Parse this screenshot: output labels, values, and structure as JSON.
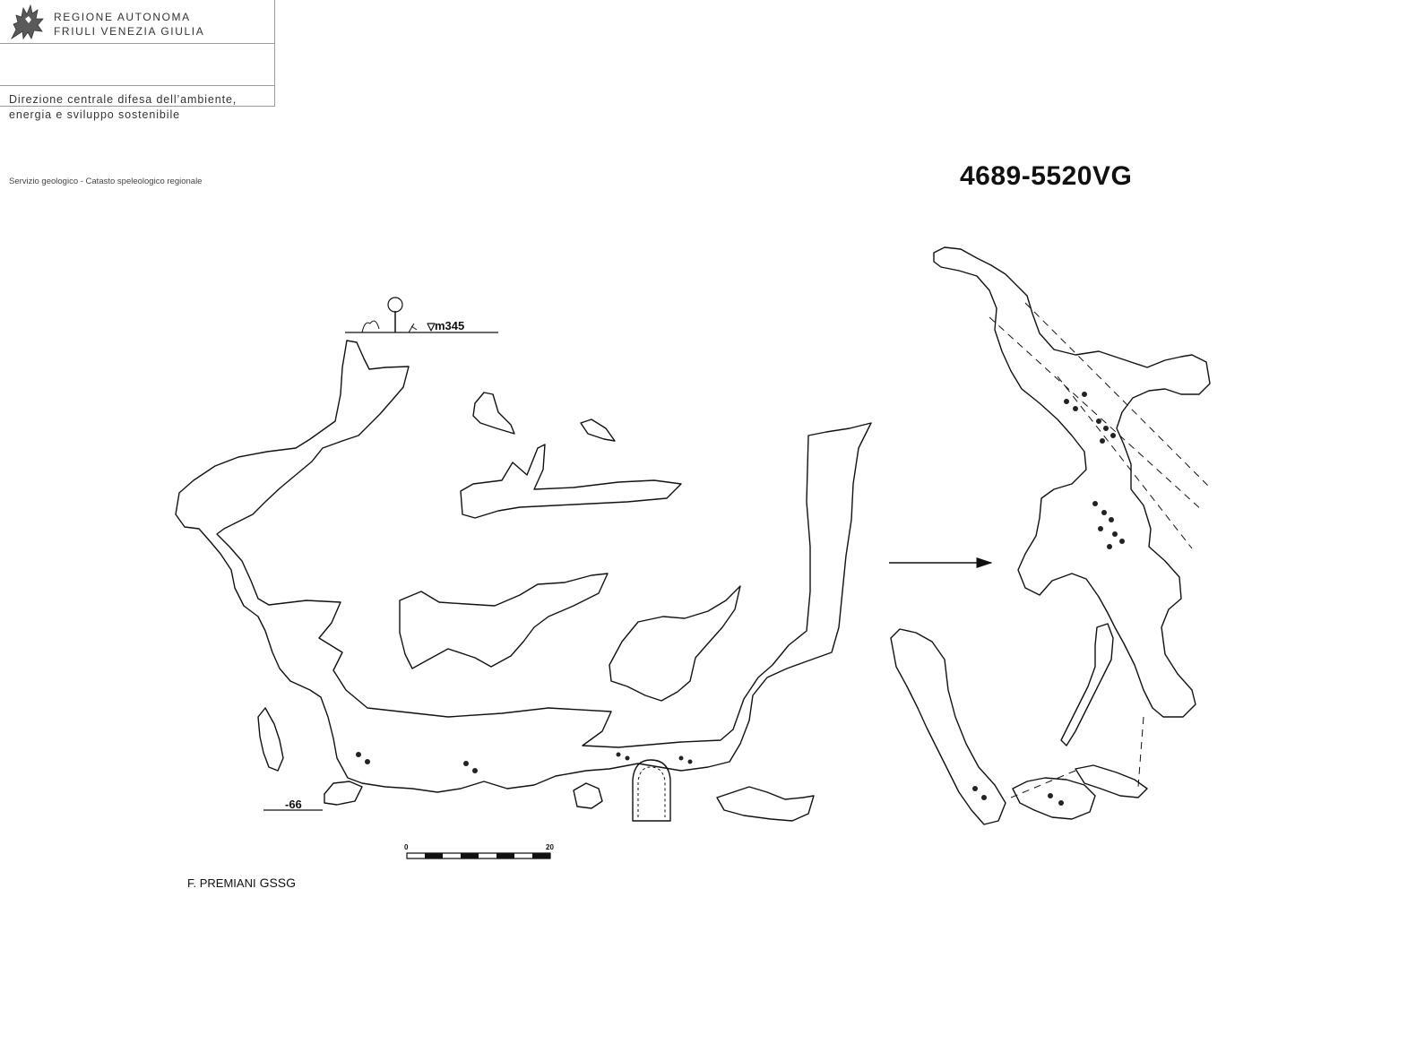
{
  "header": {
    "emblem_icon": "eagle-emblem-icon",
    "region_line1": "REGIONE AUTONOMA",
    "region_line2": "FRIULI VENEZIA GIULIA",
    "directorate_line1": "Direzione centrale difesa dell’ambiente,",
    "directorate_line2": "energia e sviluppo sostenibile",
    "service": "Servizio geologico - Catasto speleologico regionale"
  },
  "survey": {
    "id": "4689-5520VG",
    "entrance_elevation": "m345",
    "bottom_depth": "-66",
    "scale": {
      "min_label": "0",
      "max_label": "20"
    },
    "author": "F. PREMIANI",
    "club": "GSSG"
  }
}
